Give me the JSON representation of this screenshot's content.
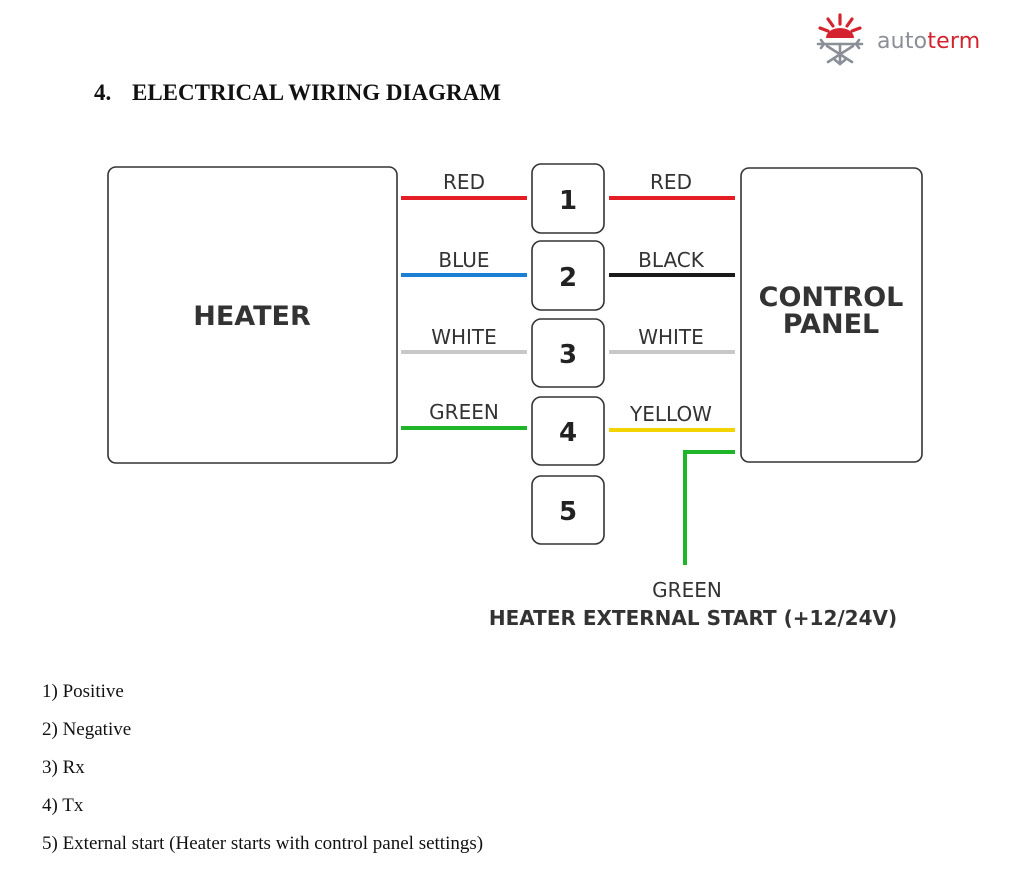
{
  "brand": {
    "prefix": "auto",
    "suffix": "term"
  },
  "heading": {
    "number": "4.",
    "title": "ELECTRICAL WIRING DIAGRAM"
  },
  "diagram": {
    "heater_label": "HEATER",
    "control_panel_label_line1": "CONTROL",
    "control_panel_label_line2": "PANEL",
    "terminals": [
      "1",
      "2",
      "3",
      "4",
      "5"
    ],
    "left_wires": [
      {
        "label": "RED",
        "color": "#e31e24"
      },
      {
        "label": "BLUE",
        "color": "#1c7fd6"
      },
      {
        "label": "WHITE",
        "color": "#c8c8c8"
      },
      {
        "label": "GREEN",
        "color": "#1fb52a"
      }
    ],
    "right_wires": [
      {
        "label": "RED",
        "color": "#e31e24"
      },
      {
        "label": "BLACK",
        "color": "#1a1a1a"
      },
      {
        "label": "WHITE",
        "color": "#c8c8c8"
      },
      {
        "label": "YELLOW",
        "color": "#f2d500"
      }
    ],
    "external_wire": {
      "label": "GREEN",
      "color": "#1fb52a",
      "note": "HEATER EXTERNAL START (+12/24V)"
    }
  },
  "legend": [
    "1) Positive",
    "2) Negative",
    "3) Rx",
    "4) Tx",
    "5) External start (Heater starts with control panel settings)"
  ]
}
